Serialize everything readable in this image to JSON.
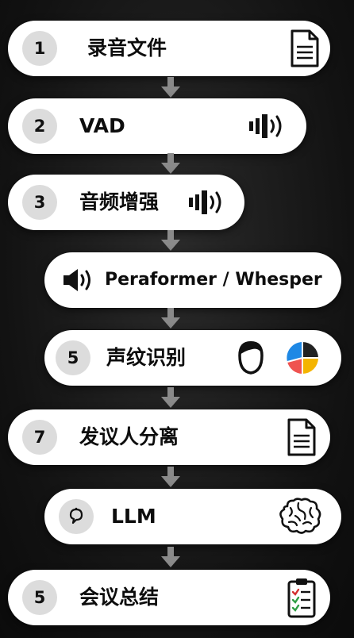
{
  "steps": [
    {
      "num": "1",
      "label": "录音文件",
      "icons": [
        "document-icon"
      ]
    },
    {
      "num": "2",
      "label": "VAD",
      "icons": [
        "sound-wave-icon"
      ]
    },
    {
      "num": "3",
      "label": "音频增强",
      "icons": [
        "speaker-icon"
      ]
    },
    {
      "num": "",
      "label": "Peraformer / Whesper",
      "icons": [
        "speaker-icon"
      ]
    },
    {
      "num": "5",
      "label": "声纹识别",
      "icons": [
        "person-head-icon",
        "pie-chart-icon"
      ]
    },
    {
      "num": "7",
      "label": "发议人分离",
      "icons": [
        "document-icon"
      ]
    },
    {
      "num": "",
      "label": "LLM",
      "icons": [
        "ai-logo-icon",
        "brain-icon"
      ]
    },
    {
      "num": "5",
      "label": "会议总结",
      "icons": [
        "checklist-icon"
      ]
    }
  ],
  "colors": {
    "pill": "#ffffff",
    "badge": "#dcdcdc",
    "arrow": "#8a8a8a",
    "pie": [
      "#1e88e5",
      "#ef5350",
      "#f4b400",
      "#222222"
    ],
    "check": "#2e9e44",
    "cross": "#d32f2f"
  }
}
